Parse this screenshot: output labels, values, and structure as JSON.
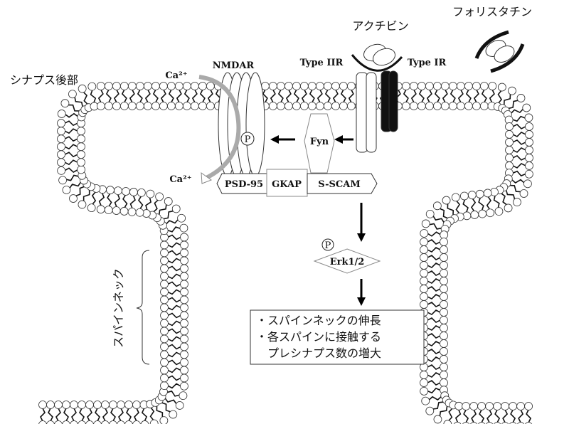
{
  "labels": {
    "activin": "アクチビン",
    "follistatin": "フォリスタチン",
    "postsynapse": "シナプス後部",
    "spine_neck": "スパインネック",
    "nmdar": "NMDAR",
    "ca_in": "Ca²⁺",
    "ca_out": "Ca²⁺",
    "type2r": "Type IIR",
    "type1r": "Type IR",
    "fyn": "Fyn",
    "p1": "P",
    "p2": "P",
    "psd95": "PSD-95",
    "gkap": "GKAP",
    "sscam": "S-SCAM",
    "erk": "Erk1/2"
  },
  "result_box": {
    "lines": [
      "・スパインネックの伸長",
      "・各スパインに接触する",
      "　プレシナプス数の増大"
    ]
  }
}
